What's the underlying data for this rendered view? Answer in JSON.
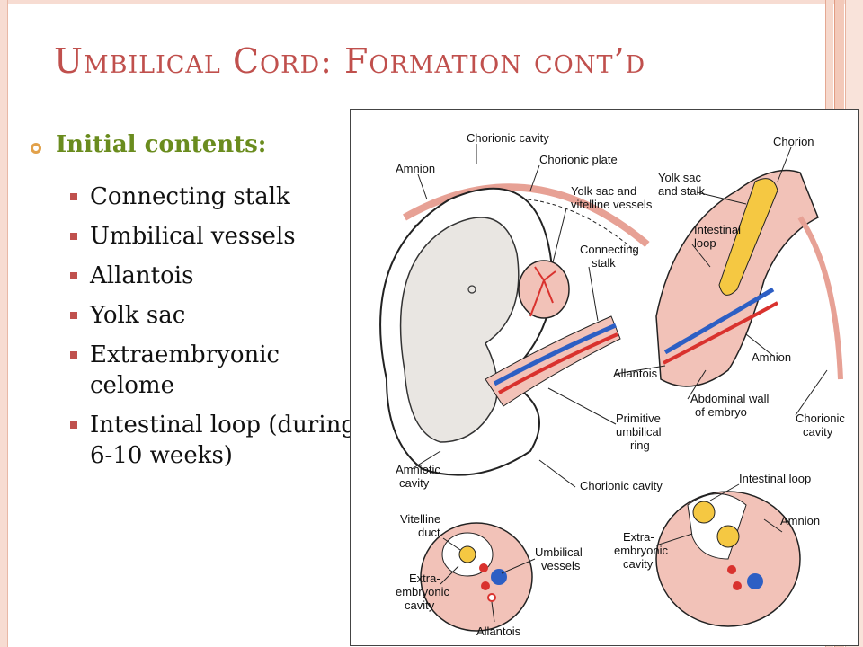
{
  "slide": {
    "title": "Umbilical Cord: Formation cont’d",
    "heading": "Initial contents:",
    "items": [
      "Connecting stalk",
      "Umbilical vessels",
      "Allantois",
      "Yolk sac",
      "Extraembryonic celome",
      "Intestinal loop (during 6-10 weeks)"
    ]
  },
  "figure": {
    "labels": {
      "chorionic_cavity_top": "Chorionic cavity",
      "chorionic_plate": "Chorionic plate",
      "amnion_left": "Amnion",
      "yolk_sac_vitelline_1": "Yolk sac and",
      "yolk_sac_vitelline_2": "vitelline vessels",
      "connecting_stalk_1": "Connecting",
      "connecting_stalk_2": "stalk",
      "chorion": "Chorion",
      "yolk_sac_stalk_1": "Yolk sac",
      "yolk_sac_stalk_2": "and stalk",
      "intestinal_loop_1": "Intestinal",
      "intestinal_loop_2": "loop",
      "amnion_right": "Amnion",
      "allantois_mid": "Allantois",
      "abdominal_wall_1": "Abdominal wall",
      "abdominal_wall_2": "of embryo",
      "chorionic_cavity_right_1": "Chorionic",
      "chorionic_cavity_right_2": "cavity",
      "primitive_ring_1": "Primitive",
      "primitive_ring_2": "umbilical",
      "primitive_ring_3": "ring",
      "amniotic_cavity_1": "Amniotic",
      "amniotic_cavity_2": "cavity",
      "chorionic_cavity_bottom": "Chorionic cavity",
      "vitelline_duct_1": "Vitelline",
      "vitelline_duct_2": "duct",
      "extra_left_1": "Extra-",
      "extra_left_2": "embryonic",
      "extra_left_3": "cavity",
      "umbilical_vessels_1": "Umbilical",
      "umbilical_vessels_2": "vessels",
      "allantois_bottom": "Allantois",
      "intestinal_loop_bottom": "Intestinal loop",
      "amnion_bottom": "Amnion",
      "extra_right_1": "Extra-",
      "extra_right_2": "embryonic",
      "extra_right_3": "cavity"
    },
    "colors": {
      "tissue": "#f2c2b8",
      "tissue_dark": "#e7a195",
      "artery": "#d9322e",
      "vein": "#2d5fc4",
      "yolk": "#f5c842",
      "accent": "#c0504d"
    }
  }
}
